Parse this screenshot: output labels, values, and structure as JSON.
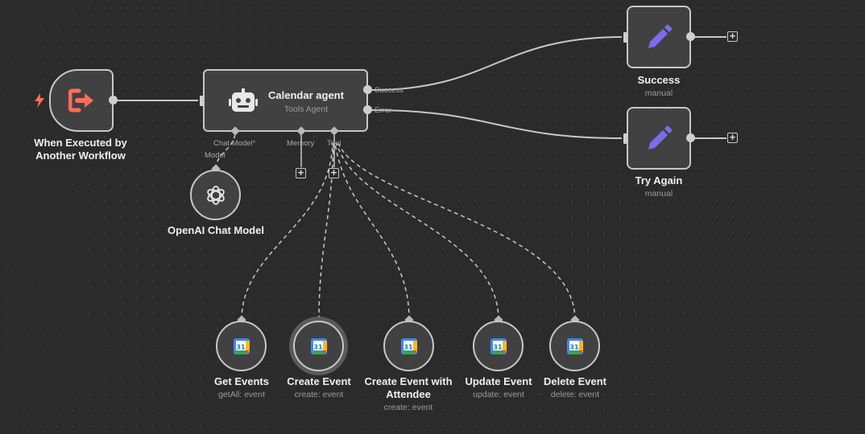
{
  "nodes": {
    "trigger": {
      "title_line1": "When Executed by",
      "title_line2": "Another Workflow"
    },
    "agent": {
      "title": "Calendar agent",
      "subtitle": "Tools Agent",
      "out_success": "Success",
      "out_error": "Error",
      "port_chat_model": "Chat Model",
      "port_chat_model_required": "*",
      "port_memory": "Memory",
      "port_tool": "Tool"
    },
    "success": {
      "title": "Success",
      "subtitle": "manual"
    },
    "try_again": {
      "title": "Try Again",
      "subtitle": "manual"
    },
    "openai": {
      "title": "OpenAI Chat Model",
      "port_model": "Model"
    },
    "tools": [
      {
        "title": "Get Events",
        "subtitle": "getAll: event"
      },
      {
        "title": "Create Event",
        "subtitle": "create: event"
      },
      {
        "title_line1": "Create Event with",
        "title_line2": "Attendee",
        "subtitle": "create: event"
      },
      {
        "title": "Update Event",
        "subtitle": "update: event"
      },
      {
        "title": "Delete Event",
        "subtitle": "delete: event"
      }
    ]
  },
  "colors": {
    "accent": "#ff6d5a",
    "edit_icon": "#7b6cf0",
    "edge": "#c8c8c8"
  },
  "icons": {
    "trigger": "sign-out-icon",
    "agent": "robot-icon",
    "success": "pencil-icon",
    "try_again": "pencil-icon",
    "openai": "openai-icon",
    "tools": "google-calendar-icon"
  }
}
